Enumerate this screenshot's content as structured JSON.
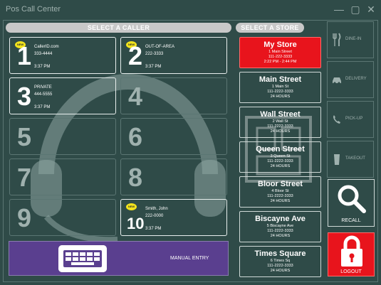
{
  "window": {
    "title": "Pos Call Center"
  },
  "headers": {
    "caller": "SELECT A CALLER",
    "store": "SELECT A STORE"
  },
  "badge_text": "NEW",
  "callers": [
    {
      "num": "1",
      "line1": "CallerID.com",
      "line2": "333-4444",
      "time": "3:37 PM"
    },
    {
      "num": "2",
      "line1": "OUT-OF-AREA",
      "line2": "222-3333",
      "time": "3:37 PM"
    },
    {
      "num": "3",
      "line1": "PRIVATE",
      "line2": "444-5555",
      "time": "3:37 PM"
    },
    {
      "num": "4"
    },
    {
      "num": "5"
    },
    {
      "num": "6"
    },
    {
      "num": "7"
    },
    {
      "num": "8"
    },
    {
      "num": "9"
    },
    {
      "num": "10",
      "line1": "Smith, John",
      "line2": "222-0000",
      "time": "3:37 PM"
    }
  ],
  "manual_entry": {
    "label": "MANUAL ENTRY"
  },
  "stores": [
    {
      "name": "My Store",
      "addr": "1 Main Street",
      "phone": "111-222-3333",
      "hours": "2:22 PM - 2:44 PM"
    },
    {
      "name": "Main Street",
      "addr": "1 Main St",
      "phone": "111-2222-3333",
      "hours": "24 HOURS"
    },
    {
      "name": "Wall Street",
      "addr": "2 Wall St",
      "phone": "111-2222-3333",
      "hours": "24 HOURS"
    },
    {
      "name": "Queen Street",
      "addr": "3 Queen St",
      "phone": "111-2222-3333",
      "hours": "24 HOURS"
    },
    {
      "name": "Bloor Street",
      "addr": "4 Bloor St",
      "phone": "111-2222-3333",
      "hours": "24 HOURS"
    },
    {
      "name": "Biscayne Ave",
      "addr": "5 Biscayne Ave",
      "phone": "111-2222-3333",
      "hours": "24 HOURS"
    },
    {
      "name": "Times Square",
      "addr": "6 Times Sq",
      "phone": "111-2222-3333",
      "hours": "24 HOURS"
    }
  ],
  "order_types": [
    {
      "label": "DINE-IN",
      "icon": "fork-knife-icon"
    },
    {
      "label": "DELIVERY",
      "icon": "car-icon"
    },
    {
      "label": "PICK-UP",
      "icon": "phone-icon"
    },
    {
      "label": "TAKEOUT",
      "icon": "cup-icon"
    }
  ],
  "recall": {
    "label": "RECALL"
  },
  "logout": {
    "label": "LOGOUT"
  },
  "colors": {
    "background": "#2f4b48",
    "accent_red": "#e8141c",
    "manual_purple": "#5a3f8f",
    "badge_yellow": "#f2e31c"
  }
}
